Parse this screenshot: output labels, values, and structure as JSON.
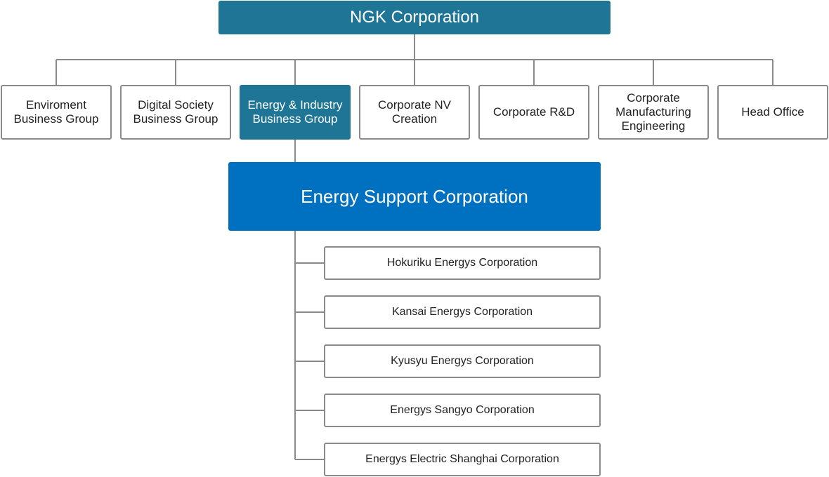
{
  "root": {
    "label": "NGK Corporation"
  },
  "groups": [
    {
      "label": "Enviroment\nBusiness Group",
      "highlighted": false
    },
    {
      "label": "Digital Society\nBusiness Group",
      "highlighted": false
    },
    {
      "label": "Energy & Industry\nBusiness Group",
      "highlighted": true
    },
    {
      "label": "Corporate NV\nCreation",
      "highlighted": false
    },
    {
      "label": "Corporate R&D",
      "highlighted": false
    },
    {
      "label": "Corporate\nManufacturing\nEngineering",
      "highlighted": false
    },
    {
      "label": "Head Office",
      "highlighted": false
    }
  ],
  "support": {
    "label": "Energy Support Corporation"
  },
  "subsidiaries": [
    {
      "label": "Hokuriku Energys Corporation"
    },
    {
      "label": "Kansai Energys Corporation"
    },
    {
      "label": "Kyusyu Energys Corporation"
    },
    {
      "label": "Energys Sangyo Corporation"
    },
    {
      "label": "Energys Electric Shanghai Corporation"
    }
  ],
  "colors": {
    "root_fill": "#1e7596",
    "highlight_fill": "#1e7596",
    "support_fill": "#0070c0",
    "box_border": "#8a8a8a",
    "connector": "#8a8a8a"
  }
}
